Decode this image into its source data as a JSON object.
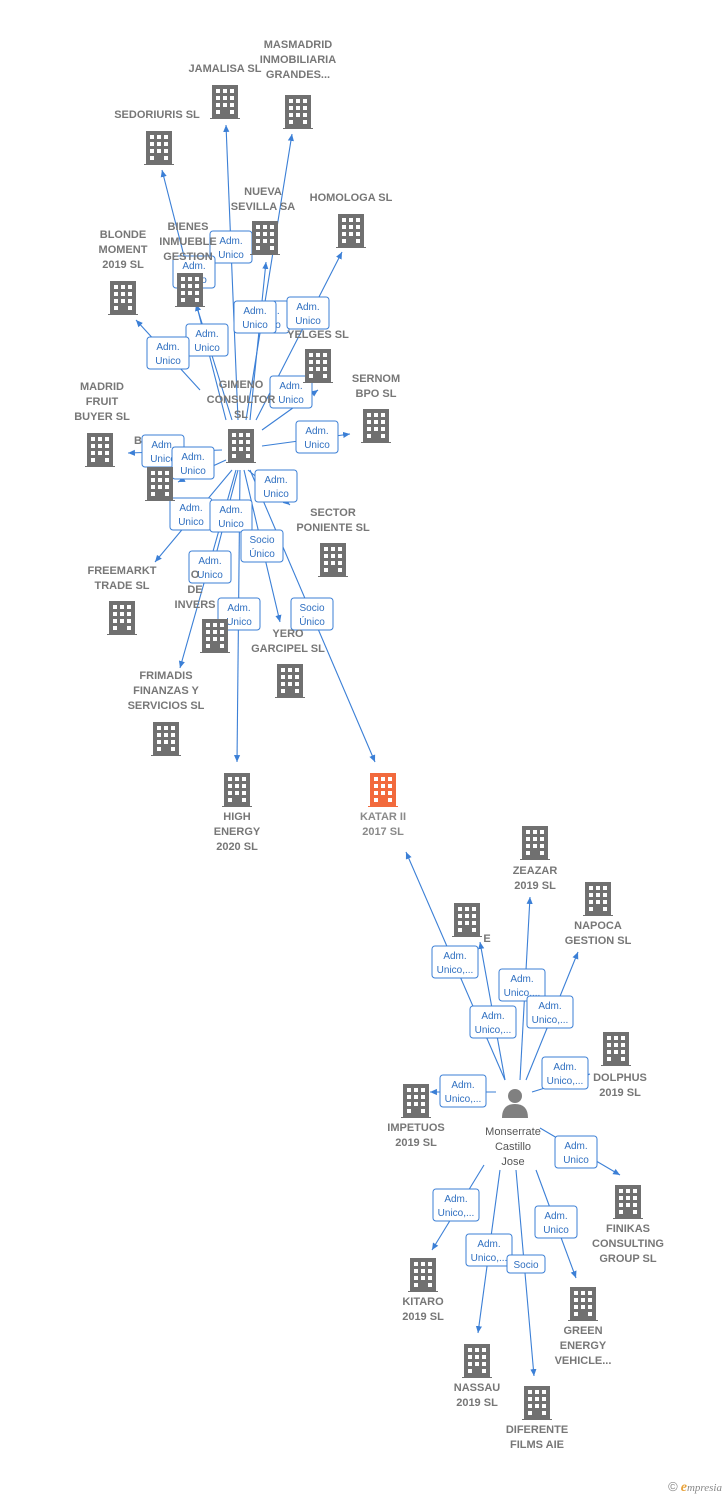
{
  "colors": {
    "edge": "#3b7fd6",
    "company": "#707070",
    "focus": "#f26a3d",
    "person": "#808080"
  },
  "companies": {
    "masmadrid": {
      "lines": [
        "MASMADRID",
        "INMOBILIARIA",
        "GRANDES..."
      ]
    },
    "jamalisa": {
      "lines": [
        "JAMALISA SL"
      ]
    },
    "sedoriuris": {
      "lines": [
        "SEDORIURIS SL"
      ]
    },
    "nuevasevilla": {
      "lines": [
        "NUEVA",
        "SEVILLA SA"
      ]
    },
    "homologa": {
      "lines": [
        "HOMOLOGA SL"
      ]
    },
    "bienes": {
      "lines": [
        "BIENES",
        "INMUEBLE",
        "GESTION"
      ]
    },
    "blonde": {
      "lines": [
        "BLONDE",
        "MOMENT",
        "2019  SL"
      ]
    },
    "yelges": {
      "lines": [
        "YELGES SL"
      ]
    },
    "gimeno": {
      "lines": [
        "GIMENO",
        "CONSULTOR",
        "SL"
      ]
    },
    "sernom": {
      "lines": [
        "SERNOM",
        "BPO  SL"
      ]
    },
    "madridfruit": {
      "lines": [
        "MADRID",
        "FRUIT",
        "BUYER SL"
      ]
    },
    "b_partial": {
      "lines": [
        "B"
      ]
    },
    "sectorponiente": {
      "lines": [
        "SECTOR",
        "PONIENTE SL"
      ]
    },
    "freemarkt": {
      "lines": [
        "FREEMARKT",
        "TRADE  SL"
      ]
    },
    "invers": {
      "lines": [
        "O",
        "DE",
        "INVERS"
      ]
    },
    "yero": {
      "lines": [
        "YERO",
        "GARCIPEL SL"
      ]
    },
    "frimadis": {
      "lines": [
        "FRIMADIS",
        "FINANZAS Y",
        "SERVICIOS SL"
      ]
    },
    "highenergy": {
      "lines": [
        "HIGH",
        "ENERGY",
        "2020  SL"
      ]
    },
    "katar": {
      "lines": [
        "KATAR II",
        "2017  SL"
      ]
    },
    "zeazar": {
      "lines": [
        "ZEAZAR",
        "2019  SL"
      ]
    },
    "napoca": {
      "lines": [
        "NAPOCA",
        "GESTION  SL"
      ]
    },
    "e_partial": {
      "lines": [
        "E"
      ]
    },
    "dolphus": {
      "lines": [
        "DOLPHUS",
        "2019  SL"
      ]
    },
    "impetuos": {
      "lines": [
        "IMPETUOS",
        "2019  SL"
      ]
    },
    "finikas": {
      "lines": [
        "FINIKAS",
        "CONSULTING",
        "GROUP SL"
      ]
    },
    "kitaro": {
      "lines": [
        "KITARO",
        "2019  SL"
      ]
    },
    "greenenergy": {
      "lines": [
        "GREEN",
        "ENERGY",
        "VEHICLE..."
      ]
    },
    "nassau": {
      "lines": [
        "NASSAU",
        "2019  SL"
      ]
    },
    "diferente": {
      "lines": [
        "DIFERENTE",
        "FILMS  AIE"
      ]
    }
  },
  "person": {
    "lines": [
      "Monserrate",
      "Castillo",
      "Jose"
    ]
  },
  "relations": {
    "adm_unico": [
      "Adm.",
      "Unico"
    ],
    "adm_unico_more": [
      "Adm.",
      "Unico,..."
    ],
    "socio_unico": [
      "Socio",
      "Único"
    ],
    "socio": [
      "Socio"
    ]
  },
  "credit": {
    "copyright": "©",
    "brand_first": "e",
    "brand_rest": "mpresia"
  }
}
